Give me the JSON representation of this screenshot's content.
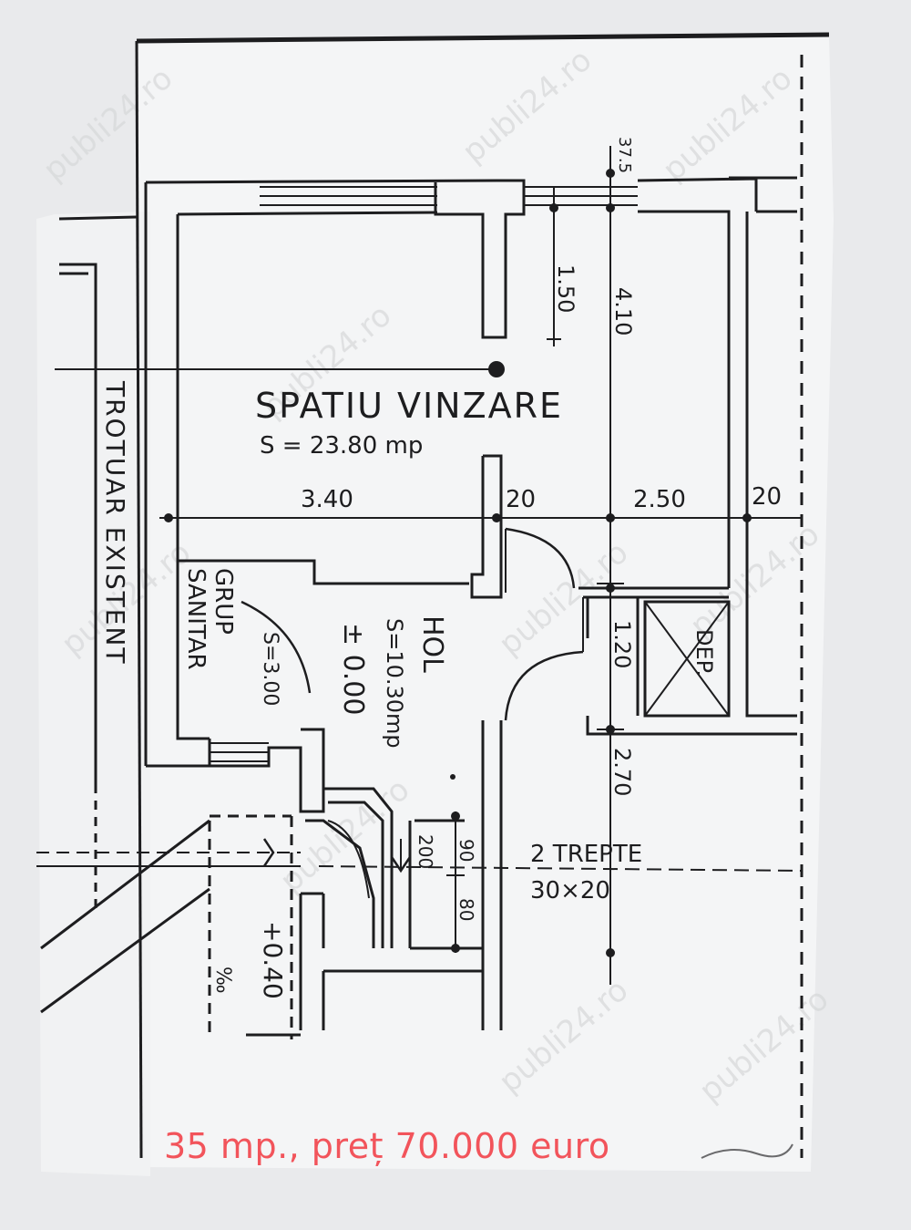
{
  "rooms": {
    "sales": {
      "name": "SPATIU VINZARE",
      "area": "S = 23.80 mp"
    },
    "hall": {
      "name": "HOL",
      "area": "S=10.30mp",
      "level": "± 0.00"
    },
    "wc": {
      "name_line1": "GRUP",
      "name_line2": "SANITAR",
      "area": "S=3.00"
    },
    "storage": {
      "name": "DEP."
    }
  },
  "sidewalk": {
    "label": "TROTUAR EXISTENT"
  },
  "stairs": {
    "label": "2 TREPTE",
    "size": "30×20"
  },
  "entrance": {
    "level": "+0.40"
  },
  "dimensions": {
    "top_375": "37.5",
    "d150": "1.50",
    "d410": "4.10",
    "d340": "3.40",
    "d20a": "20",
    "d250": "2.50",
    "d20b": "20",
    "d120": "1.20",
    "d270": "2.70",
    "d90": "90",
    "d200": "200",
    "d80": "80"
  },
  "watermark": "publi24.ro",
  "listing_caption": "35 mp., preț 70.000 euro",
  "colors": {
    "paper": "#f4f5f6",
    "ink": "#1d1d1f",
    "caption": "#f2545b",
    "background": "#e9eaec"
  }
}
